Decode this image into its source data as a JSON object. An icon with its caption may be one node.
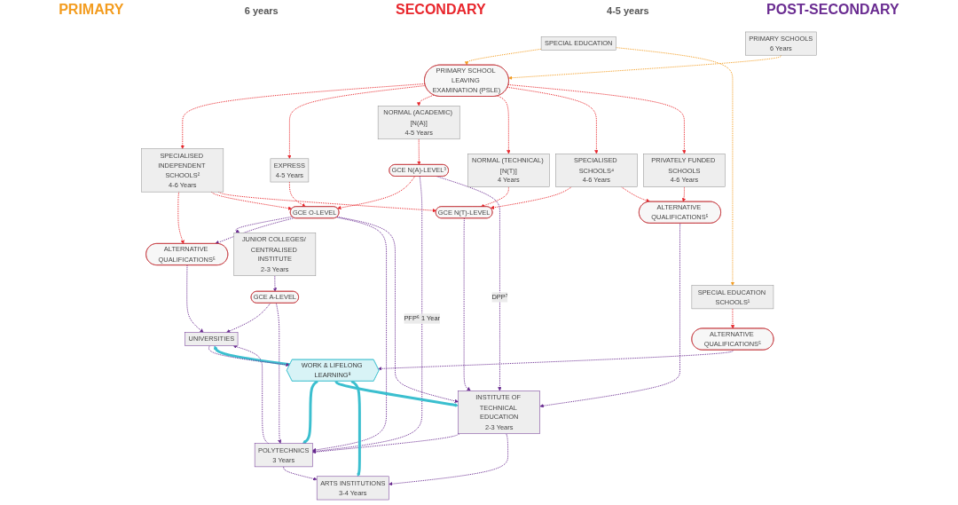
{
  "diagram": {
    "nodes": [
      {
        "text": [
          "SPECIAL EDUCATION"
        ]
      },
      {
        "text": [
          "PRIMARY SCHOOLS",
          "6 Years"
        ]
      },
      {
        "text": [
          "PRIMARY SCHOOL LEAVING EXAMINATION (PSLE)"
        ]
      },
      {
        "text": [
          "SPECIAL EDUCATION SCHOOLS¹"
        ]
      },
      {
        "text": [
          "SPECIALISED INDEPENDENT SCHOOLS²",
          "4-6 Years"
        ]
      },
      {
        "text": [
          "EXPRESS",
          "4-5 Years"
        ]
      },
      {
        "text": [
          "NORMAL (ACADEMIC) [N(A)]",
          "4-5 Years"
        ]
      },
      {
        "text": [
          "NORMAL (TECHNICAL) [N(T)]",
          "4 Years"
        ]
      },
      {
        "text": [
          "SPECIALISED SCHOOLS⁴",
          "4-6 Years"
        ]
      },
      {
        "text": [
          "PRIVATELY FUNDED SCHOOLS",
          "4-6 Years"
        ]
      },
      {
        "text": [
          "GCE O-LEVEL"
        ]
      },
      {
        "text": [
          "GCE N(A)-LEVEL³"
        ]
      },
      {
        "text": [
          "GCE N(T)-LEVEL"
        ]
      },
      {
        "text": [
          "ALTERNATIVE QUALIFICATIONS⁵"
        ]
      },
      {
        "text": [
          "ALTERNATIVE QUALIFICATIONS⁵"
        ]
      },
      {
        "text": [
          "ALTERNATIVE QUALIFICATIONS⁵"
        ]
      },
      {
        "text": [
          "JUNIOR COLLEGES/ CENTRALISED INSTITUTE",
          "2-3 Years"
        ]
      },
      {
        "text": [
          "GCE A-LEVEL"
        ]
      },
      {
        "text": [
          "UNIVERSITIES"
        ]
      },
      {
        "text": [
          "POLYTECHNICS",
          "3 Years"
        ]
      },
      {
        "text": [
          "INSTITUTE OF TECHNICAL EDUCATION",
          "2-3 Years"
        ]
      },
      {
        "text": [
          "ARTS INSTITUTIONS",
          "3-4 Years"
        ]
      },
      {
        "text": [
          "WORK & LIFELONG LEARNING⁸"
        ]
      }
    ],
    "edges": [
      {
        "from": 0,
        "to": 2,
        "arrow": "to",
        "style": "dashed",
        "color": "#f39c1f"
      },
      {
        "from": 1,
        "to": 2,
        "arrow": "to",
        "style": "dashed",
        "color": "#f39c1f"
      },
      {
        "from": 0,
        "to": 3,
        "arrow": "to",
        "style": "dashed",
        "color": "#f39c1f"
      },
      {
        "from": 2,
        "to": 4,
        "arrow": "to",
        "style": "dashed",
        "color": "#e8262c"
      },
      {
        "from": 2,
        "to": 5,
        "arrow": "to",
        "style": "dashed",
        "color": "#e8262c"
      },
      {
        "from": 2,
        "to": 6,
        "arrow": "to",
        "style": "dashed",
        "color": "#e8262c"
      },
      {
        "from": 2,
        "to": 7,
        "arrow": "to",
        "style": "dashed",
        "color": "#e8262c"
      },
      {
        "from": 2,
        "to": 8,
        "arrow": "to",
        "style": "dashed",
        "color": "#e8262c"
      },
      {
        "from": 2,
        "to": 9,
        "arrow": "to",
        "style": "dashed",
        "color": "#e8262c"
      },
      {
        "from": 3,
        "to": 13,
        "arrow": "to",
        "style": "dashed",
        "color": "#e8262c"
      },
      {
        "from": 4,
        "to": 14,
        "arrow": "to",
        "style": "dashed",
        "color": "#e8262c"
      },
      {
        "from": 4,
        "to": 10,
        "arrow": "to",
        "style": "dashed",
        "color": "#e8262c"
      },
      {
        "from": 5,
        "to": 10,
        "arrow": "to",
        "style": "dashed",
        "color": "#e8262c"
      },
      {
        "from": 6,
        "to": 11,
        "arrow": "to",
        "style": "dashed",
        "color": "#e8262c"
      },
      {
        "from": 11,
        "to": 10,
        "arrow": "to",
        "style": "dashed",
        "color": "#e8262c"
      },
      {
        "from": 4,
        "to": 12,
        "arrow": "to",
        "style": "dashed",
        "color": "#e8262c"
      },
      {
        "from": 7,
        "to": 12,
        "arrow": "to",
        "style": "dashed",
        "color": "#e8262c"
      },
      {
        "from": 8,
        "to": 12,
        "arrow": "to",
        "style": "dashed",
        "color": "#e8262c"
      },
      {
        "from": 8,
        "to": 15,
        "arrow": "to",
        "style": "dashed",
        "color": "#e8262c"
      },
      {
        "from": 9,
        "to": 15,
        "arrow": "to",
        "style": "dashed",
        "color": "#e8262c"
      },
      {
        "from": 10,
        "to": 16,
        "arrow": "to",
        "style": "dashed"
      },
      {
        "from": 10,
        "to": 14,
        "arrow": "to",
        "style": "dashed"
      },
      {
        "from": 10,
        "to": 19,
        "arrow": "to",
        "style": "dashed"
      },
      {
        "from": 10,
        "to": 20,
        "arrow": "to",
        "style": "dashed"
      },
      {
        "from": 11,
        "to": 19,
        "arrow": "to",
        "label": "PFP⁶ 1 Year",
        "style": "dashed"
      },
      {
        "from": 11,
        "to": 20,
        "arrow": "to",
        "label": "DPP⁷",
        "style": "dashed"
      },
      {
        "from": 12,
        "to": 20,
        "arrow": "to",
        "style": "dashed"
      },
      {
        "from": 16,
        "to": 17,
        "arrow": "to",
        "style": "dashed"
      },
      {
        "from": 17,
        "to": 18,
        "arrow": "to",
        "style": "dashed"
      },
      {
        "from": 17,
        "to": 19,
        "arrow": "to",
        "style": "dashed"
      },
      {
        "from": 14,
        "to": 18,
        "arrow": "to",
        "style": "dashed"
      },
      {
        "from": 15,
        "to": 20,
        "arrow": "to",
        "style": "dashed"
      },
      {
        "from": 19,
        "to": 18,
        "arrow": "to",
        "style": "dashed"
      },
      {
        "from": 19,
        "to": 21,
        "arrow": "to",
        "style": "dashed"
      },
      {
        "from": 20,
        "to": 19,
        "arrow": "to",
        "style": "dashed"
      },
      {
        "from": 20,
        "to": 21,
        "arrow": "to",
        "style": "dashed"
      },
      {
        "from": 13,
        "to": 22,
        "arrow": "to",
        "style": "dashed"
      },
      {
        "from": 22,
        "to": 18,
        "arrow": "to",
        "style": "thick",
        "color": "#3bbfcf"
      },
      {
        "from": 22,
        "to": 19,
        "arrow": "to",
        "style": "thick",
        "color": "#3bbfcf"
      },
      {
        "from": 22,
        "to": 20,
        "arrow": "to",
        "style": "thick",
        "color": "#3bbfcf"
      },
      {
        "from": 22,
        "to": 21,
        "arrow": "to",
        "style": "thick",
        "color": "#3bbfcf"
      },
      {
        "from": 18,
        "to": 22,
        "arrow": "to",
        "style": "dashed"
      }
    ],
    "labels": [
      "PRIMARY",
      "6 years",
      "SECONDARY",
      "4-5 years",
      "POST-SECONDARY"
    ]
  }
}
